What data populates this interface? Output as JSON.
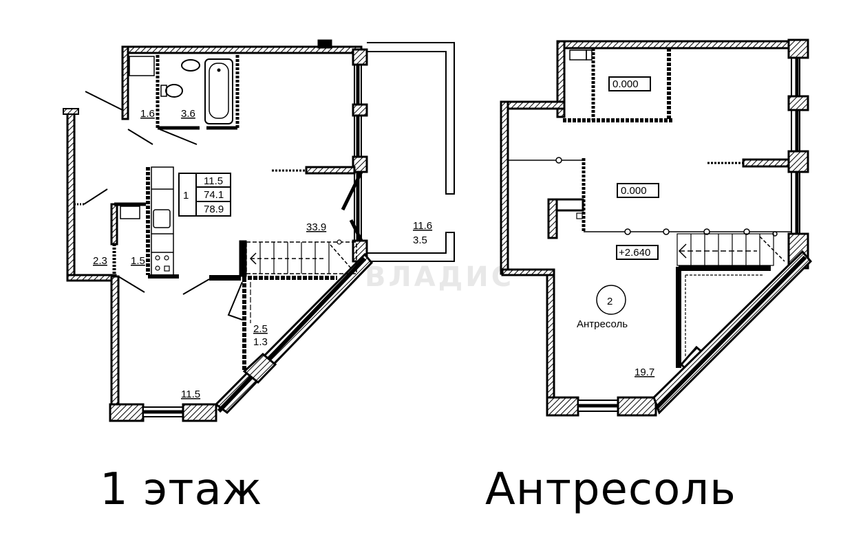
{
  "floor1": {
    "caption": "1 этаж",
    "rooms": {
      "wc_area": "1.6",
      "bathroom_area": "3.6",
      "hall_area": "2.3",
      "corridor_area": "1.5",
      "living_area": "33.9",
      "kitchen_area": "11.5",
      "closet_area": "2.5",
      "closet_area_sub": "1.3",
      "balcony_area": "11.6",
      "balcony_area_sub": "3.5"
    },
    "stamp": {
      "apartment_number": "1",
      "row1": "11.5",
      "row2": "74.1",
      "row3": "78.9"
    }
  },
  "mezzanine": {
    "caption": "Антресоль",
    "level_mark_top": "0.000",
    "level_mark_mid": "0.000",
    "level_mark_mezz": "+2.640",
    "room_number": "2",
    "room_name": "Антресоль",
    "room_area": "19.7"
  },
  "watermark": "ВЛАДИС",
  "colors": {
    "line": "#000000",
    "background": "#ffffff",
    "watermark": "#e8e8e8"
  }
}
